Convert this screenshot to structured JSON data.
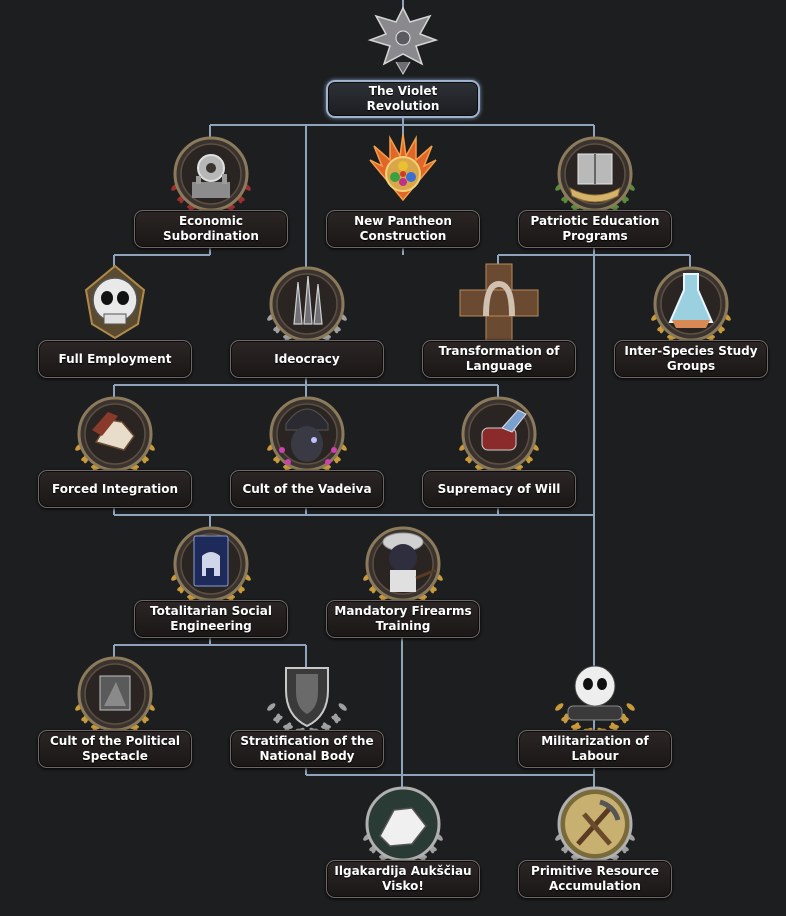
{
  "tree": {
    "line_color": "#8fa3ba",
    "root_glow": "#9fb3cc",
    "focuses": [
      {
        "id": "violet_revolution",
        "label": "The Violet Revolution",
        "icon": "eagle-emblem-icon",
        "root": true
      },
      {
        "id": "economic_subordination",
        "label": "Economic Subordination",
        "icon": "industry-gear-icon"
      },
      {
        "id": "new_pantheon",
        "label": "New Pantheon Construction",
        "icon": "phoenix-gems-icon"
      },
      {
        "id": "patriotic_education",
        "label": "Patriotic Education Programs",
        "icon": "books-icon"
      },
      {
        "id": "full_employment",
        "label": "Full Employment",
        "icon": "skull-helmet-icon"
      },
      {
        "id": "ideocracy",
        "label": "Ideocracy",
        "icon": "spires-icon"
      },
      {
        "id": "transformation_language",
        "label": "Transformation of Language",
        "icon": "horseshoe-cross-icon"
      },
      {
        "id": "inter_species",
        "label": "Inter-Species Study Groups",
        "icon": "flask-handshake-icon"
      },
      {
        "id": "forced_integration",
        "label": "Forced Integration",
        "icon": "grasping-hands-icon"
      },
      {
        "id": "cult_vadeiva",
        "label": "Cult of the Vadeiva",
        "icon": "helmeted-pony-portrait-icon"
      },
      {
        "id": "supremacy_will",
        "label": "Supremacy of Will",
        "icon": "armored-fist-icon"
      },
      {
        "id": "totalitarian_engineering",
        "label": "Totalitarian Social Engineering",
        "icon": "passport-icon"
      },
      {
        "id": "mandatory_firearms",
        "label": "Mandatory Firearms Training",
        "icon": "pony-soldier-icon"
      },
      {
        "id": "cult_spectacle",
        "label": "Cult of the Political Spectacle",
        "icon": "monument-icon"
      },
      {
        "id": "stratification",
        "label": "Stratification of the National Body",
        "icon": "shield-crest-icon"
      },
      {
        "id": "militarization_labour",
        "label": "Militarization of Labour",
        "icon": "skull-tank-icon"
      },
      {
        "id": "ilgakardija",
        "label": "Ilgakardija Aukščiau Visko!",
        "icon": "clasped-hands-icon"
      },
      {
        "id": "primitive_resource",
        "label": "Primitive Resource Accumulation",
        "icon": "pickaxe-hammer-icon"
      }
    ]
  }
}
